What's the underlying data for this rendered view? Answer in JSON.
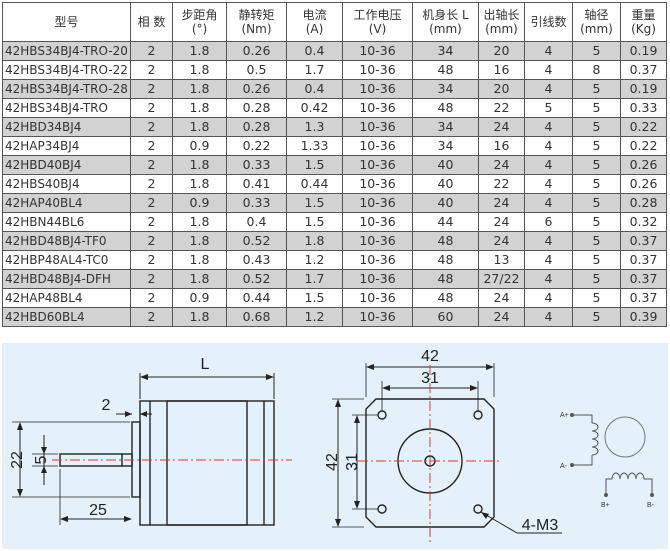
{
  "columns": [
    {
      "line1": "型号",
      "line2": ""
    },
    {
      "line1": "相 数",
      "line2": ""
    },
    {
      "line1": "步距角",
      "line2": "(°)"
    },
    {
      "line1": "静转矩",
      "line2": "(Nm)"
    },
    {
      "line1": "电流",
      "line2": "(A)"
    },
    {
      "line1": "工作电压",
      "line2": "(V)"
    },
    {
      "line1": "机身长 L",
      "line2": "(mm)"
    },
    {
      "line1": "出轴长",
      "line2": "(mm)"
    },
    {
      "line1": "引线数",
      "line2": ""
    },
    {
      "line1": "轴径",
      "line2": "(mm)"
    },
    {
      "line1": "重量",
      "line2": "(Kg)"
    }
  ],
  "rows": [
    [
      "42HBS34BJ4-TRO-20",
      "2",
      "1.8",
      "0.26",
      "0.4",
      "10-36",
      "34",
      "20",
      "4",
      "5",
      "0.19"
    ],
    [
      "42HBS34BJ4-TRO-22",
      "2",
      "1.8",
      "0.5",
      "1.7",
      "10-36",
      "48",
      "16",
      "4",
      "8",
      "0.37"
    ],
    [
      "42HBS34BJ4-TRO-28",
      "2",
      "1.8",
      "0.26",
      "0.4",
      "10-36",
      "34",
      "20",
      "4",
      "5",
      "0.19"
    ],
    [
      "42HBS34BJ4-TRO",
      "2",
      "1.8",
      "0.28",
      "0.42",
      "10-36",
      "48",
      "22",
      "5",
      "5",
      "0.33"
    ],
    [
      "42HBD34BJ4",
      "2",
      "1.8",
      "0.28",
      "1.3",
      "10-36",
      "34",
      "24",
      "4",
      "5",
      "0.22"
    ],
    [
      "42HAP34BJ4",
      "2",
      "0.9",
      "0.22",
      "1.33",
      "10-36",
      "34",
      "16",
      "4",
      "5",
      "0.22"
    ],
    [
      "42HBD40BJ4",
      "2",
      "1.8",
      "0.33",
      "1.5",
      "10-36",
      "40",
      "24",
      "4",
      "5",
      "0.26"
    ],
    [
      "42HBS40BJ4",
      "2",
      "1.8",
      "0.41",
      "0.44",
      "10-36",
      "40",
      "22",
      "4",
      "5",
      "0.26"
    ],
    [
      "42HAP40BL4",
      "2",
      "0.9",
      "0.33",
      "1.5",
      "10-36",
      "40",
      "24",
      "4",
      "5",
      "0.28"
    ],
    [
      "42HBN44BL6",
      "2",
      "1.8",
      "0.4",
      "1.5",
      "10-36",
      "44",
      "24",
      "6",
      "5",
      "0.32"
    ],
    [
      "42HBD48BJ4-TF0",
      "2",
      "1.8",
      "0.52",
      "1.8",
      "10-36",
      "48",
      "24",
      "4",
      "5",
      "0.37"
    ],
    [
      "42HBP48AL4-TC0",
      "2",
      "1.8",
      "0.43",
      "1.2",
      "10-36",
      "48",
      "13",
      "4",
      "5",
      "0.37"
    ],
    [
      "42HBD48BJ4-DFH",
      "2",
      "1.8",
      "0.52",
      "1.7",
      "10-36",
      "48",
      "27/22",
      "4",
      "5",
      "0.37"
    ],
    [
      "42HAP48BL4",
      "2",
      "0.9",
      "0.44",
      "1.5",
      "10-36",
      "48",
      "24",
      "4",
      "5",
      "0.37"
    ],
    [
      "42HBD60BL4",
      "2",
      "1.8",
      "0.68",
      "1.2",
      "10-36",
      "60",
      "24",
      "4",
      "5",
      "0.39"
    ]
  ],
  "shaded_rows": [
    0,
    2,
    4,
    6,
    8,
    10,
    12,
    14
  ],
  "drawing": {
    "side": {
      "length": "L",
      "shaft_step": "2",
      "height": "22",
      "shaft_dia": "5",
      "shaft_length": "25"
    },
    "front": {
      "width": "42",
      "hole_spacing_h": "31",
      "height": "42",
      "hole_spacing_v": "31",
      "thread": "4-M3"
    },
    "wiring": {
      "a_plus": "A+",
      "a_minus": "A-",
      "b_plus": "B+",
      "b_minus": "B-"
    }
  },
  "colors": {
    "shade": "#d2d2d2",
    "drawing_bg": "#e4f1fa",
    "centerline": "#d23a3a"
  }
}
